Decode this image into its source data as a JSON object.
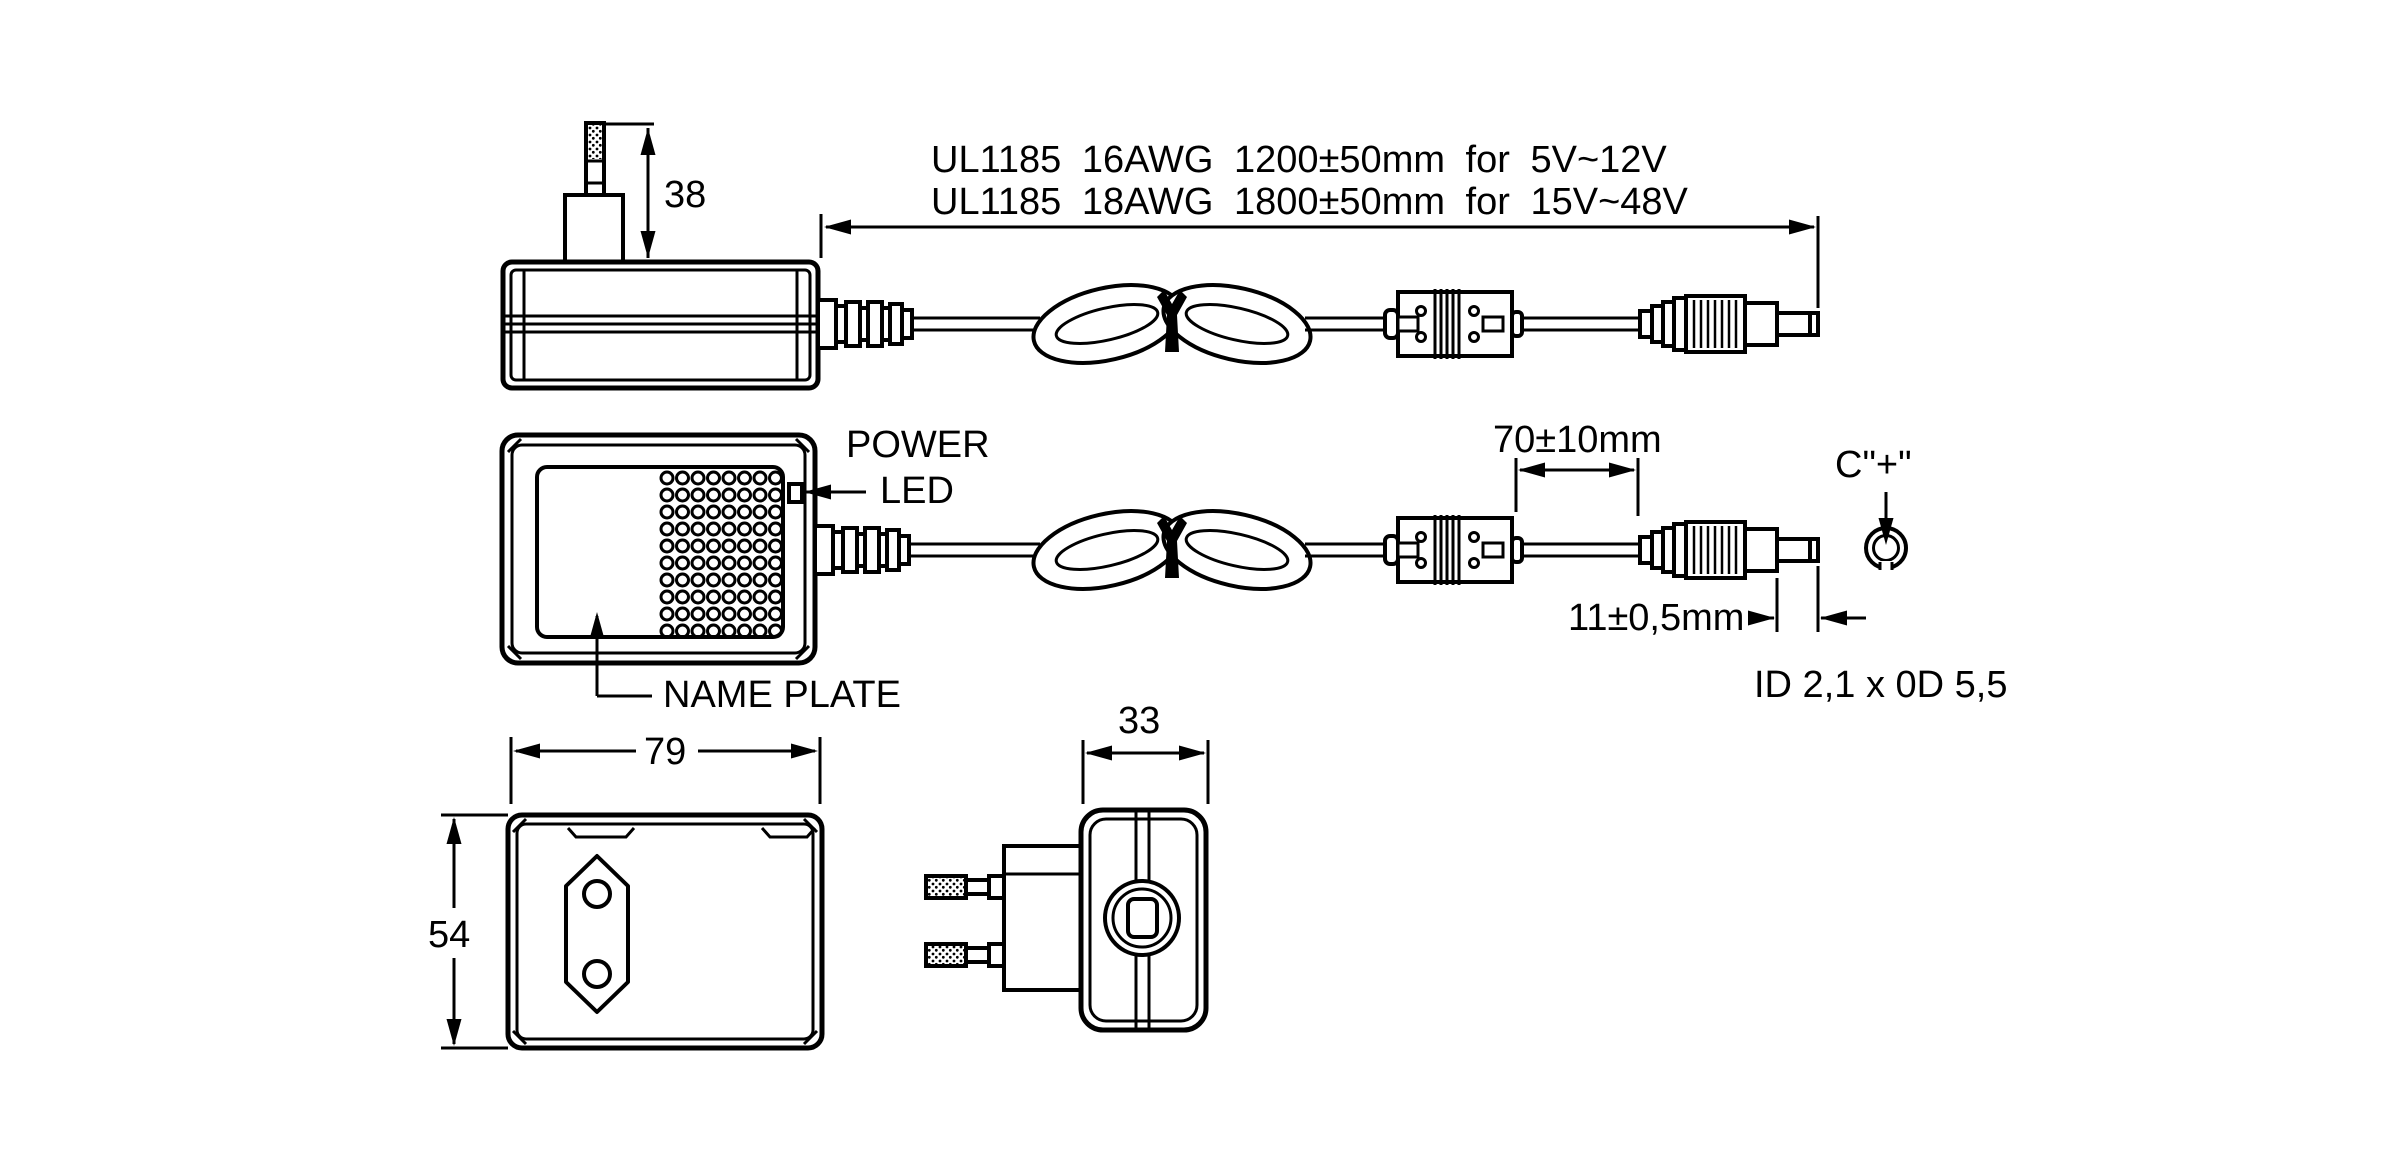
{
  "diagram": {
    "type": "technical-drawing",
    "subject": "AC/DC wall plug power adapter with DC output cable",
    "colors": {
      "background": "#ffffff",
      "line": "#000000"
    },
    "cable_specs": {
      "line1": "UL1185 16AWG  1200±50mm  for  5V~12V",
      "line2": "UL1185 18AWG  1800±50mm  for  15V~48V"
    },
    "labels": {
      "power": "POWER",
      "led": "LED",
      "name_plate": "NAME PLATE",
      "polarity": "C\"+\"",
      "plug_size": "ID 2,1 x 0D 5,5"
    },
    "dimensions": {
      "pin_height": "38",
      "ferrite_to_plug": "70±10mm",
      "tip_length": "11±0,5mm",
      "front_width": "79",
      "front_height": "54",
      "side_width": "33"
    }
  }
}
